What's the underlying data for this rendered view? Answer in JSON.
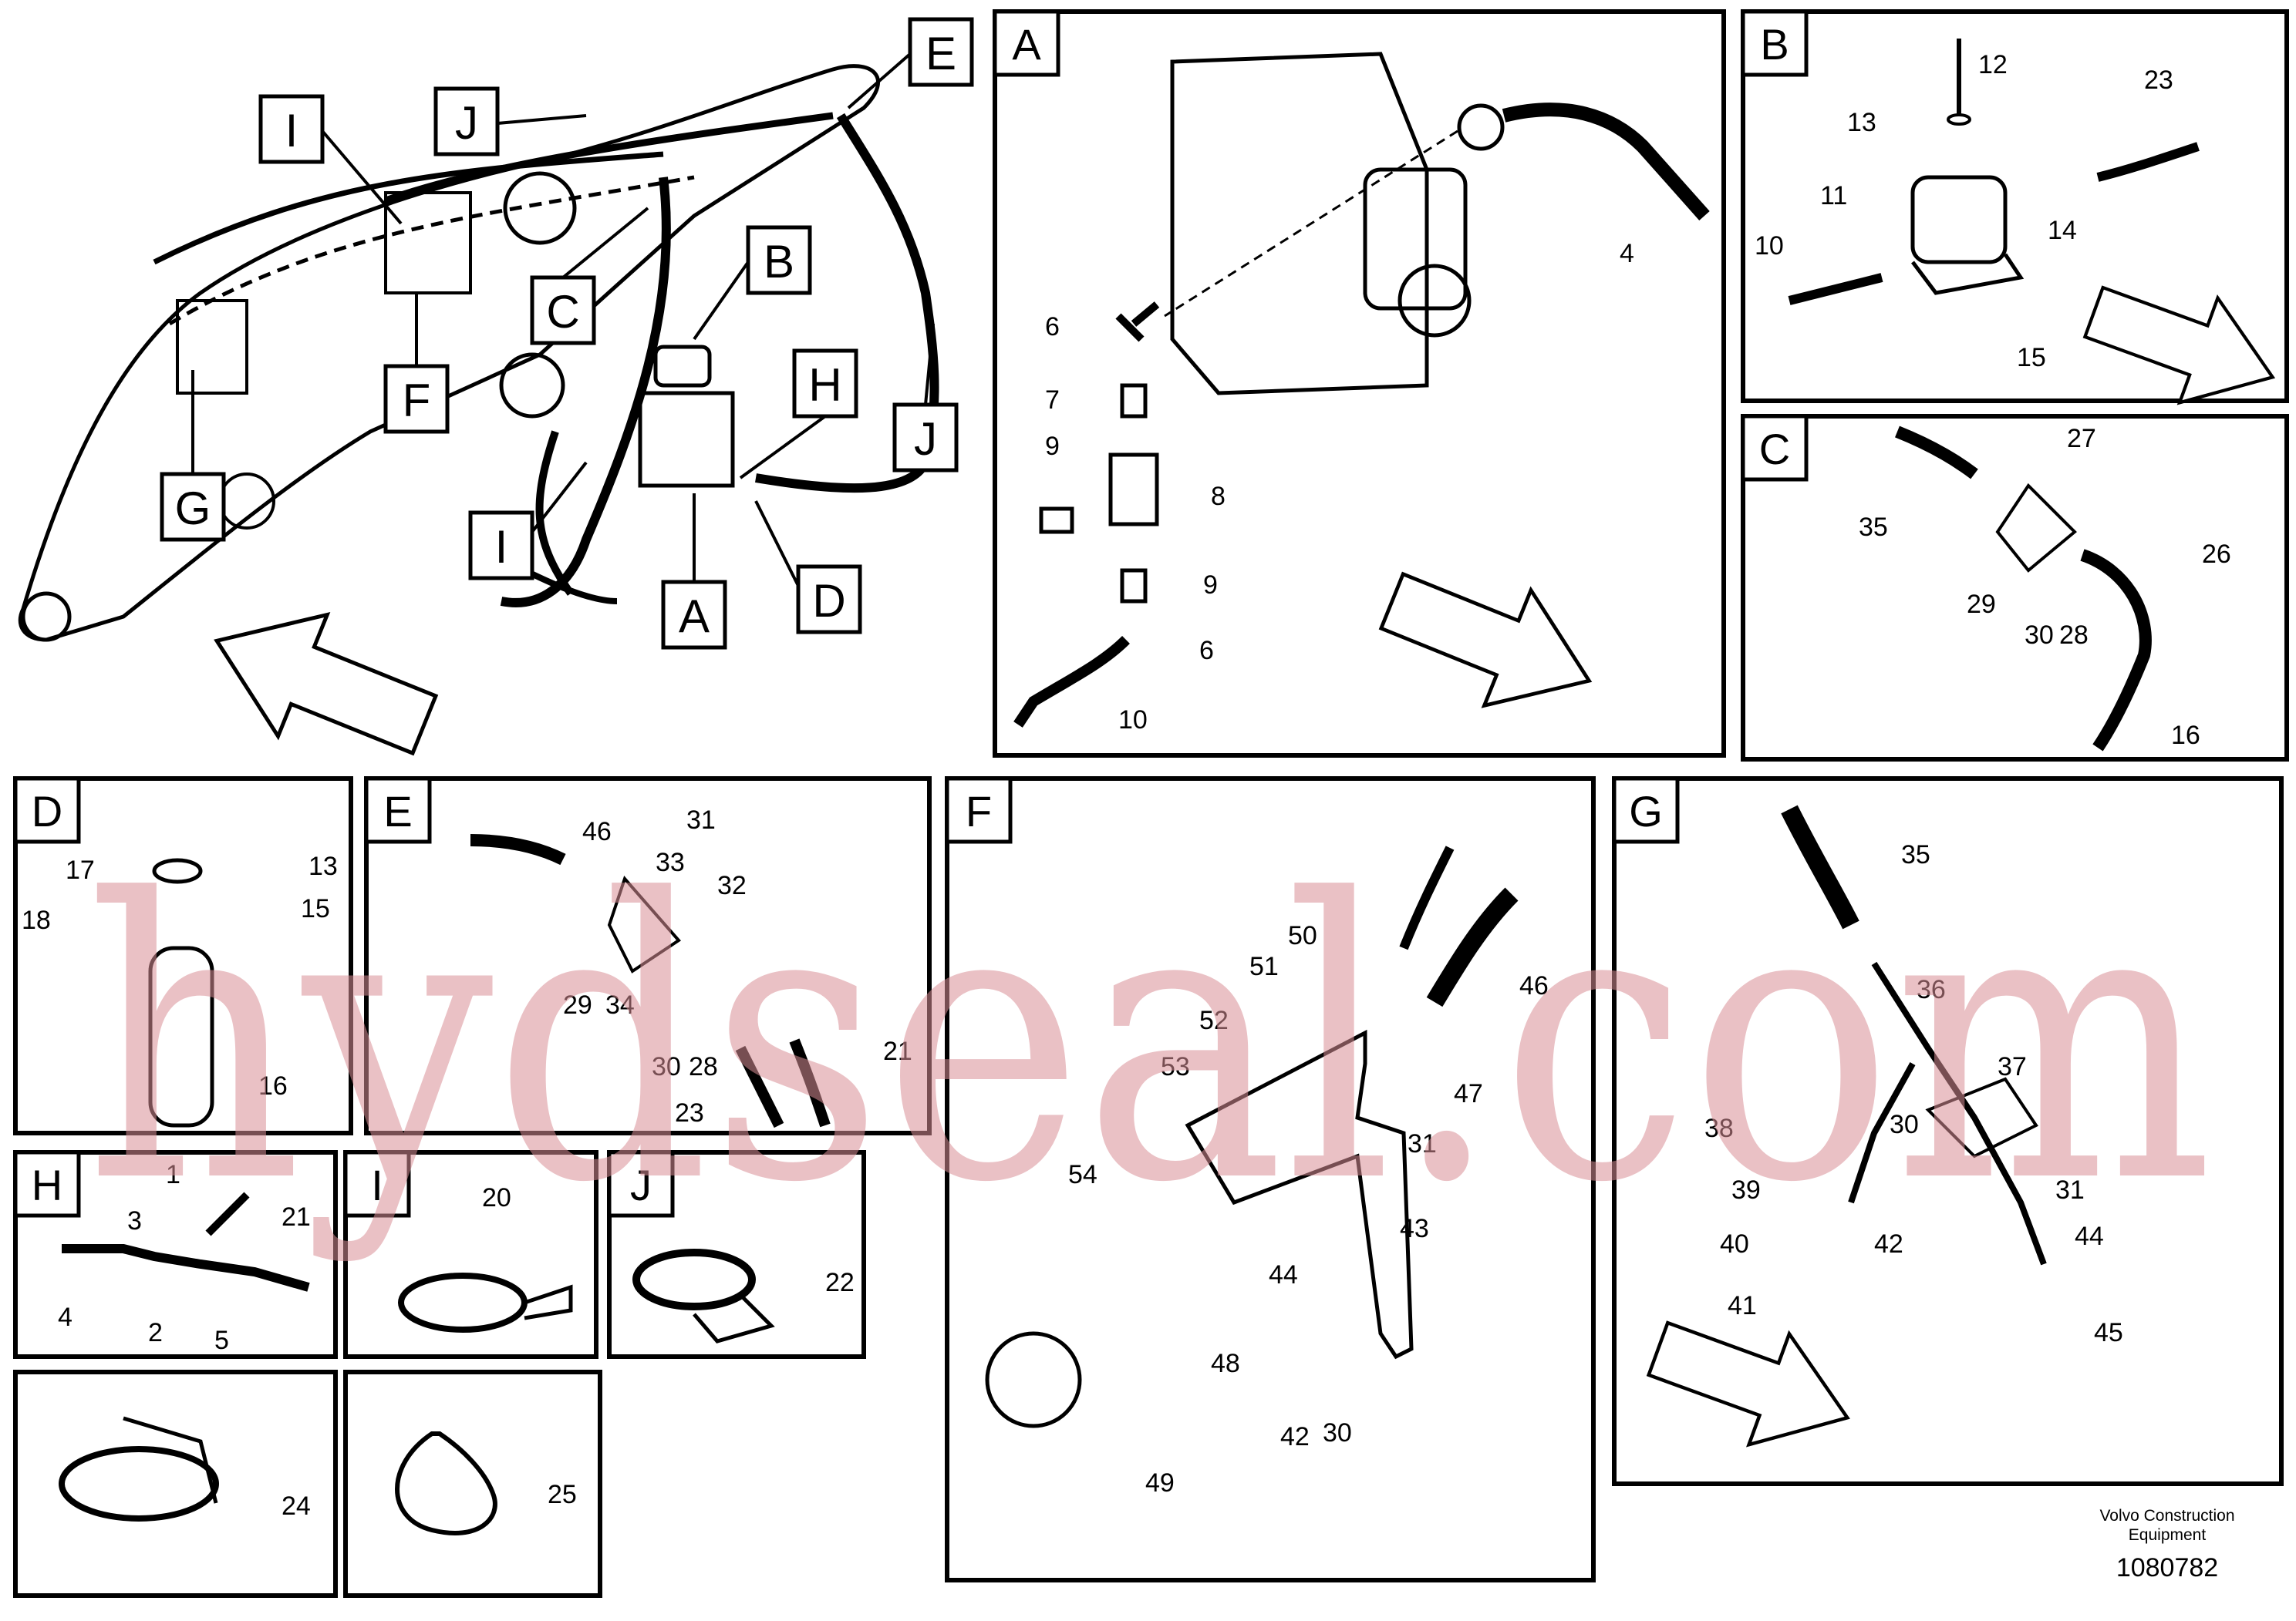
{
  "overview_callouts": [
    "I",
    "J",
    "E",
    "C",
    "B",
    "F",
    "H",
    "G",
    "J",
    "I",
    "A",
    "D"
  ],
  "panels": [
    {
      "letter": "A",
      "labels": [
        "4",
        "6",
        "7",
        "9",
        "8",
        "9",
        "6",
        "10"
      ]
    },
    {
      "letter": "B",
      "labels": [
        "12",
        "23",
        "13",
        "11",
        "10",
        "14",
        "15"
      ]
    },
    {
      "letter": "C",
      "labels": [
        "27",
        "35",
        "26",
        "29",
        "30",
        "28",
        "16"
      ]
    },
    {
      "letter": "D",
      "labels": [
        "17",
        "13",
        "18",
        "15",
        "16"
      ]
    },
    {
      "letter": "E",
      "labels": [
        "46",
        "31",
        "33",
        "32",
        "29",
        "34",
        "30",
        "28",
        "23",
        "21"
      ]
    },
    {
      "letter": "F",
      "labels": [
        "50",
        "51",
        "46",
        "52",
        "53",
        "47",
        "31",
        "54",
        "43",
        "44",
        "48",
        "49",
        "42",
        "30"
      ]
    },
    {
      "letter": "G",
      "labels": [
        "35",
        "36",
        "37",
        "38",
        "30",
        "39",
        "31",
        "40",
        "42",
        "44",
        "41",
        "45"
      ]
    },
    {
      "letter": "H",
      "labels": [
        "1",
        "3",
        "21",
        "4",
        "2",
        "5"
      ]
    },
    {
      "letter": "I",
      "labels": [
        "20"
      ]
    },
    {
      "letter": "J",
      "labels": [
        "22"
      ]
    },
    {
      "letter": "",
      "labels": [
        "24"
      ]
    },
    {
      "letter": "",
      "labels": [
        "25"
      ]
    }
  ],
  "watermark": "hydseal.com",
  "footer": {
    "company": "Volvo Construction",
    "company2": "Equipment",
    "doc_number": "1080782"
  }
}
